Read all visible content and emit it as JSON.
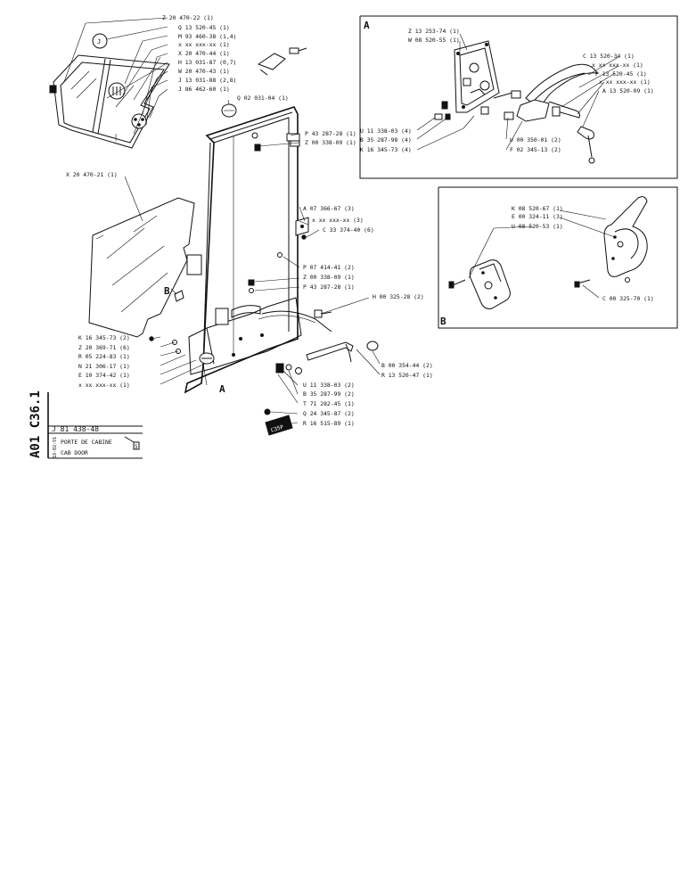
{
  "door_panel_labels": [
    "Z 20 470-22 (1)",
    "Q 13 520-45 (1)",
    "M 93 460-38 (1,4)",
    "x xx xxx-xx (1)",
    "X 20 470-44 (1)",
    "H 13 031-87 (0,7)",
    "W 20 470-43 (1)",
    "J 13 031-88 (2,8)",
    "J 86 462-60 (1)",
    "Q 02 031-04 (1)",
    "P 43 287-28 (1)",
    "Z 00 338-09 (1)",
    "X 20 470-21 (1)",
    "A 07 366-67 (3)",
    "x xx xxx-xx (3)",
    "C 33 374-40 (6)",
    "P 07 414-41 (2)",
    "Z 00 338-09 (1)",
    "P 43 287-28 (1)",
    "H 00 325-28 (2)",
    "K 16 345-73 (2)",
    "Z 20 369-71 (6)",
    "R 05 224-83 (1)",
    "N 21 306-17 (1)",
    "E 10 374-42 (1)",
    "x xx xxx-xx (1)",
    "B 00 354-44 (2)",
    "R 13 520-47 (1)",
    "U 11 338-03 (2)",
    "B 35 287-99 (2)",
    "T 71 282-45 (1)",
    "Q 24 345-87 (2)",
    "R 16 515-89 (1)"
  ],
  "box_a": {
    "tag": "A",
    "labels": [
      "Z 13 253-74 (1)",
      "W 08 520-55 (1)",
      "C 13 520-34 (1)",
      "x xx xxx-xx (1)",
      "P 13 520-45 (1)",
      "x xx xxx-xx (1)",
      "A 13 520-09 (1)",
      "U 11 338-03 (4)",
      "B 35 287-98 (4)",
      "K 16 345-73 (4)",
      "U 00 350-01 (2)",
      "F 02 345-13 (2)"
    ]
  },
  "box_b": {
    "tag": "B",
    "labels": [
      "K 08 520-67 (1)",
      "E 00 324-11 (3)",
      "U 08 520-53 (1)",
      "C 00 325-70 (1)"
    ]
  },
  "callouts": {
    "a": "A",
    "b": "B",
    "j": "J"
  },
  "title_block": {
    "section_code": "A01 C36.1",
    "part_number": "J 81 438-48",
    "title_fr": "PORTE DE CABINE",
    "title_en": "CAB DOOR",
    "date": "18-02-91",
    "sheet_mark": "5"
  },
  "plate_text": "C35P"
}
